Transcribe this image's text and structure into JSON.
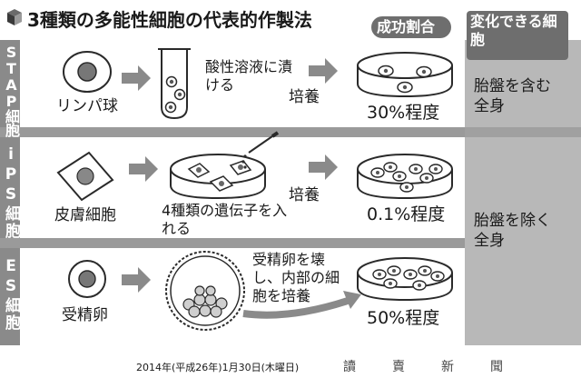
{
  "header": {
    "title": "3種類の多能性細胞の代表的作製法",
    "success_rate_label": "成功割合",
    "can_change_label": "変化できる細胞"
  },
  "rows": [
    {
      "name": "STAP細胞",
      "start_cell": "リンパ球",
      "process": "酸性溶液に漬ける",
      "culture": "培養",
      "rate": "30%程度",
      "result": "胎盤を含む全身"
    },
    {
      "name": "iPS細胞",
      "start_cell": "皮膚細胞",
      "process": "4種類の遺伝子を入れる",
      "culture": "培養",
      "rate": "0.1%程度",
      "result": "胎盤を除く全身"
    },
    {
      "name": "ES細胞",
      "start_cell": "受精卵",
      "process": "受精卵を壊し、内部の細胞を培養",
      "rate": "50%程度"
    }
  ],
  "footer": {
    "date": "2014年(平成26年)1月30日(木曜日)",
    "masthead": "讀賣新聞"
  },
  "colors": {
    "band": "#909090",
    "shade": "#b8b8b8",
    "header_fill": "#6e6e6e",
    "ink": "#1a1a1a"
  }
}
